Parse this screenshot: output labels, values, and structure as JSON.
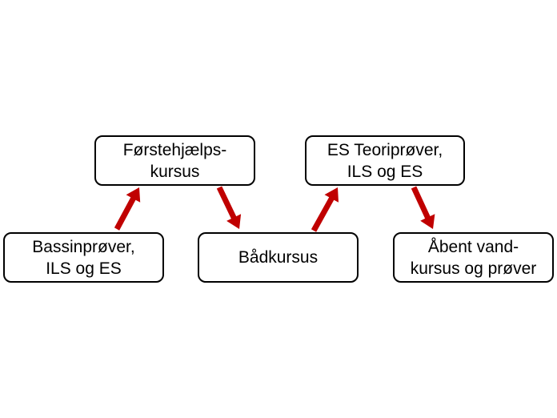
{
  "diagram": {
    "nodes": [
      {
        "id": "pool",
        "lines": [
          "Bassinprøver,",
          "ILS og ES"
        ]
      },
      {
        "id": "first_aid",
        "lines": [
          "Førstehjælps-",
          "kursus"
        ]
      },
      {
        "id": "boat",
        "lines": [
          "Bådkursus"
        ]
      },
      {
        "id": "es_theory",
        "lines": [
          "ES Teoriprøver,",
          "ILS og ES"
        ]
      },
      {
        "id": "open",
        "lines": [
          "Åbent vand-",
          "kursus og prøver"
        ]
      }
    ],
    "edges": [
      {
        "from": "pool",
        "to": "first_aid"
      },
      {
        "from": "first_aid",
        "to": "boat"
      },
      {
        "from": "boat",
        "to": "es_theory"
      },
      {
        "from": "es_theory",
        "to": "open"
      }
    ],
    "colors": {
      "arrow": "#c00000",
      "box_border": "#000000",
      "box_fill": "#ffffff",
      "text": "#000000"
    }
  }
}
